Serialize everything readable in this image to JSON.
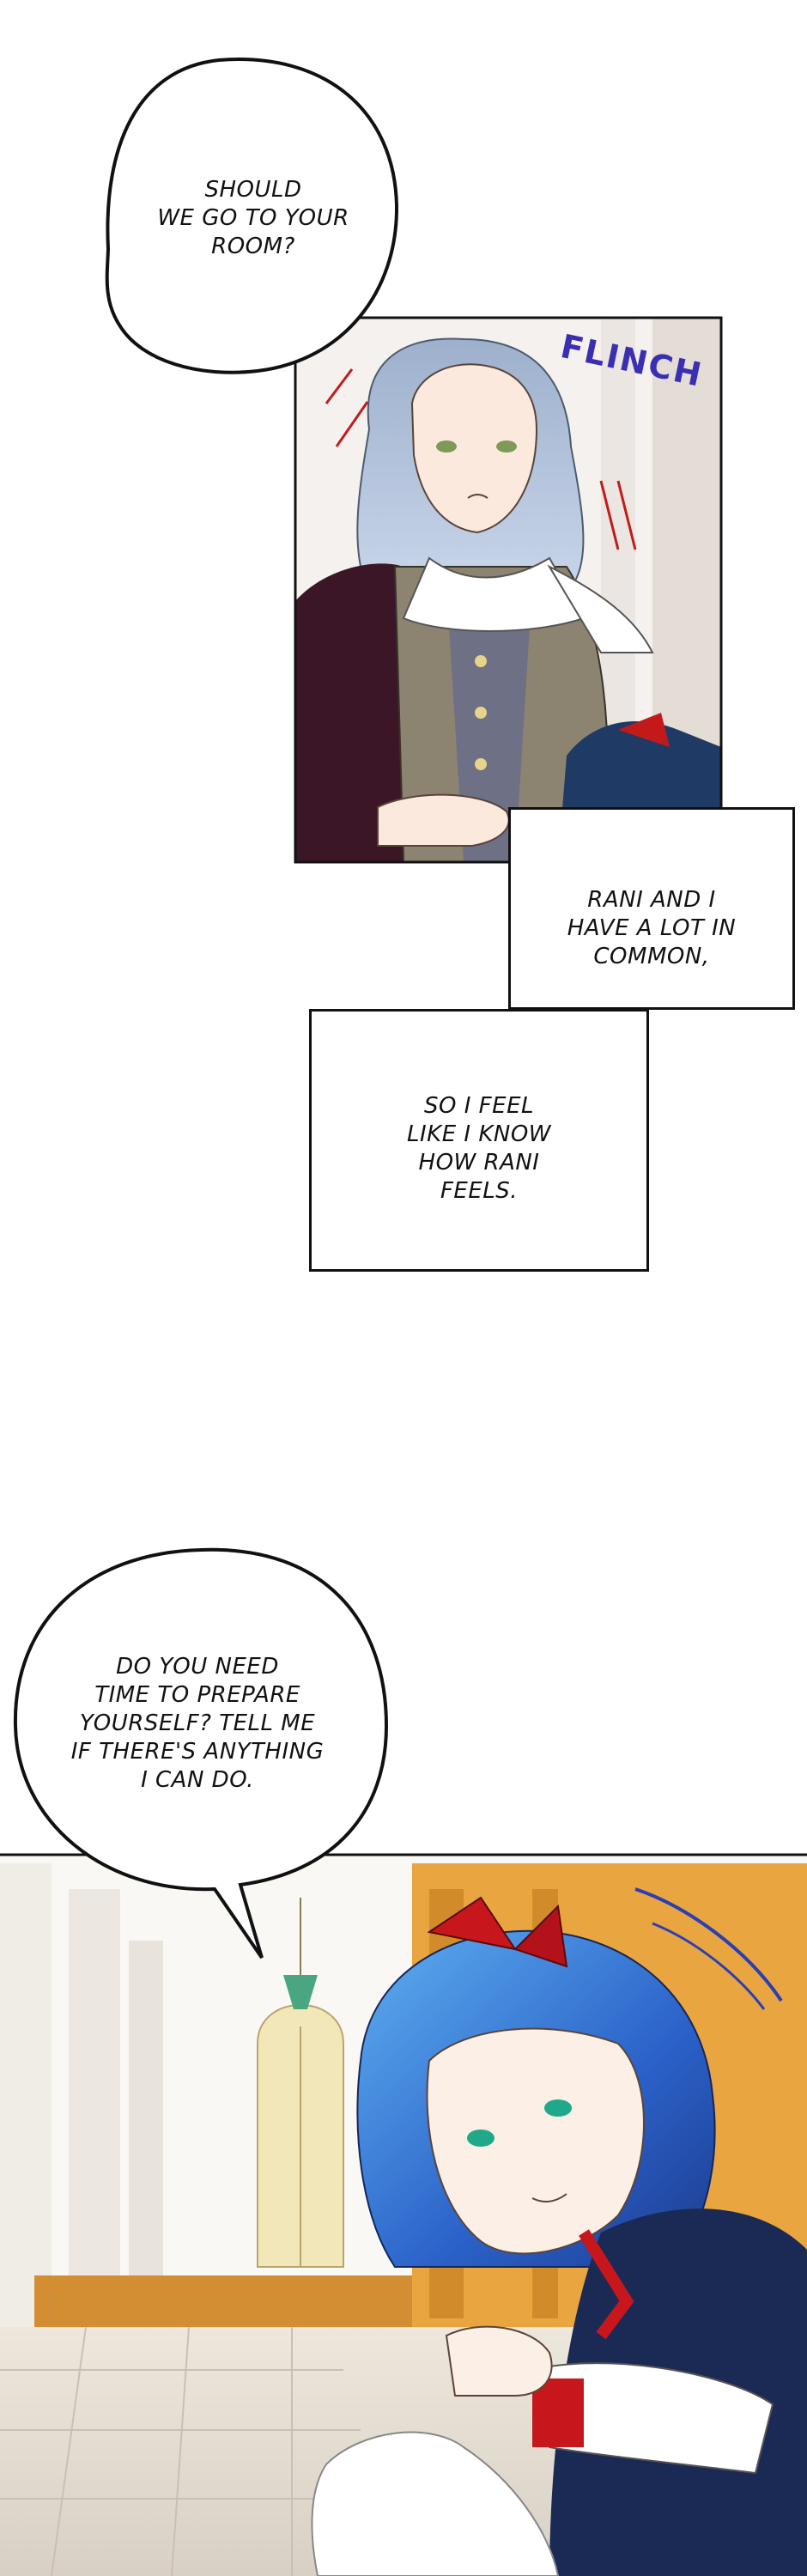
{
  "bubbles": {
    "first": "SHOULD\nWE GO TO YOUR\nROOM?",
    "second": "DO YOU NEED\nTIME TO PREPARE\nYOURSELF? TELL ME\nIF THERE'S ANYTHING\nI CAN DO."
  },
  "sfx": {
    "flinch": "FLINCH"
  },
  "narration": {
    "box1": "RANI AND I\nHAVE A LOT IN\nCOMMON,",
    "box2": "SO I FEEL\nLIKE I KNOW\nHOW RANI\nFEELS."
  },
  "colors": {
    "sfx": "#3a2fb3",
    "ink": "#111111",
    "marble": "#f2eee8",
    "wood": "#e9a640"
  }
}
